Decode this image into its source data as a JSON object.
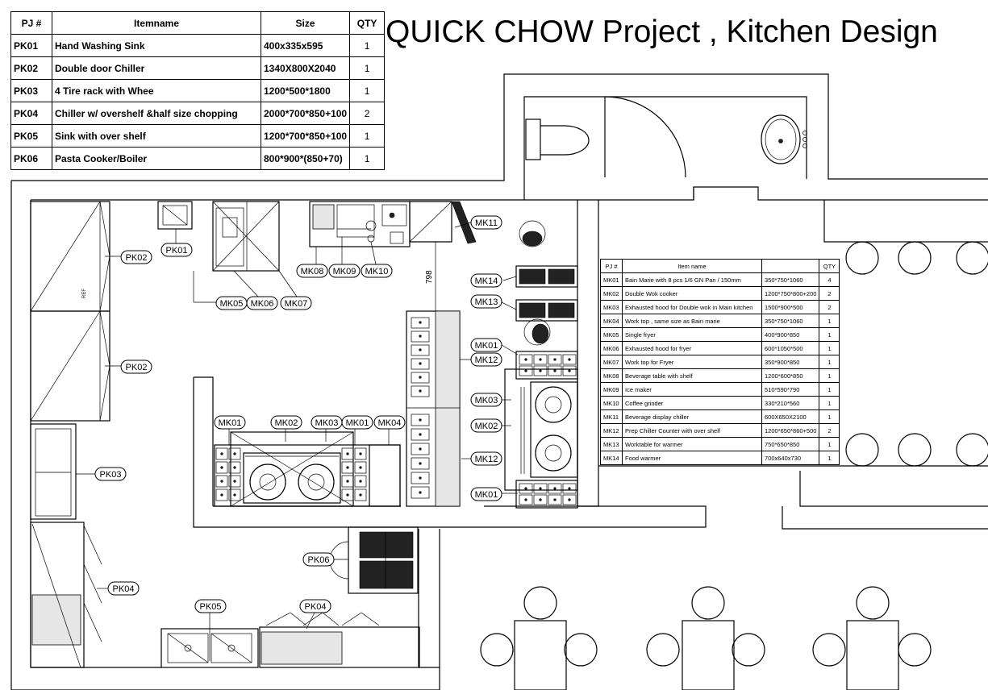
{
  "title": "QUICK CHOW Project , Kitchen Design",
  "pk_table": {
    "headers": [
      "PJ #",
      "Itemname",
      "Size",
      "QTY"
    ],
    "rows": [
      {
        "id": "PK01",
        "name": "Hand Washing Sink",
        "size": "400x335x595",
        "qty": "1"
      },
      {
        "id": "PK02",
        "name": "Double door Chiller",
        "size": "1340X800X2040",
        "qty": "1"
      },
      {
        "id": "PK03",
        "name": "4 Tire rack with Whee",
        "size": "1200*500*1800",
        "qty": "1"
      },
      {
        "id": "PK04",
        "name": "Chiller w/ overshelf &half size chopping",
        "size": "2000*700*850+100",
        "qty": "2"
      },
      {
        "id": "PK05",
        "name": "Sink with over shelf",
        "size": "1200*700*850+100",
        "qty": "1"
      },
      {
        "id": "PK06",
        "name": "Pasta Cooker/Boiler",
        "size": "800*900*(850+70)",
        "qty": "1"
      }
    ]
  },
  "mk_table": {
    "headers": [
      "PJ #",
      "Item name",
      "",
      "QTY"
    ],
    "rows": [
      {
        "id": "MK01",
        "name": "Bain Marie with 8 pcs 1/6 GN Pan / 150mm",
        "size": "350*750*1060",
        "qty": "4"
      },
      {
        "id": "MK02",
        "name": "Double Wok cooker",
        "size": "1200*750*800+200",
        "qty": "2"
      },
      {
        "id": "MK03",
        "name": "Exhausted hood for Double wok in Main kitchen",
        "size": "1500*900*500",
        "qty": "2"
      },
      {
        "id": "MK04",
        "name": "Work top , same size as Bain marie",
        "size": "350*750*1060",
        "qty": "1"
      },
      {
        "id": "MK05",
        "name": "Single fryer",
        "size": "400*900*850",
        "qty": "1"
      },
      {
        "id": "MK06",
        "name": "Exhausted hood for fryer",
        "size": "600*1050*500",
        "qty": "1"
      },
      {
        "id": "MK07",
        "name": "Work top for Fryer",
        "size": "350*900*850",
        "qty": "1"
      },
      {
        "id": "MK08",
        "name": "Beverage table with shelf",
        "size": "1200*600*850",
        "qty": "1"
      },
      {
        "id": "MK09",
        "name": "Ice maker",
        "size": "510*590*790",
        "qty": "1"
      },
      {
        "id": "MK10",
        "name": "Coffee grinder",
        "size": "330*210*560",
        "qty": "1"
      },
      {
        "id": "MK11",
        "name": "Beverage display chiller",
        "size": "600X650X2100",
        "qty": "1"
      },
      {
        "id": "MK12",
        "name": "Prep Chiller Counter with over shelf",
        "size": "1200*650*860+500",
        "qty": "2"
      },
      {
        "id": "MK13",
        "name": "Worktable for warmer",
        "size": "750*650*850",
        "qty": "1"
      },
      {
        "id": "MK14",
        "name": "Food warmer",
        "size": "700x640x730",
        "qty": "1"
      }
    ]
  },
  "labels": {
    "pk01": "PK01",
    "pk02a": "PK02",
    "pk02b": "PK02",
    "pk03": "PK03",
    "pk04a": "PK04",
    "pk04b": "PK04",
    "pk05": "PK05",
    "pk06": "PK06",
    "mk01a": "MK01",
    "mk01b": "MK01",
    "mk01c": "MK01",
    "mk01d": "MK01",
    "mk02a": "MK02",
    "mk02b": "MK02",
    "mk03a": "MK03",
    "mk03b": "MK03",
    "mk04": "MK04",
    "mk05": "MK05",
    "mk06": "MK06",
    "mk07": "MK07",
    "mk08": "MK08",
    "mk09": "MK09",
    "mk10": "MK10",
    "mk11": "MK11",
    "mk12a": "MK12",
    "mk12b": "MK12",
    "mk13": "MK13",
    "mk14": "MK14"
  },
  "dimension": "798",
  "ref_text": "REF"
}
